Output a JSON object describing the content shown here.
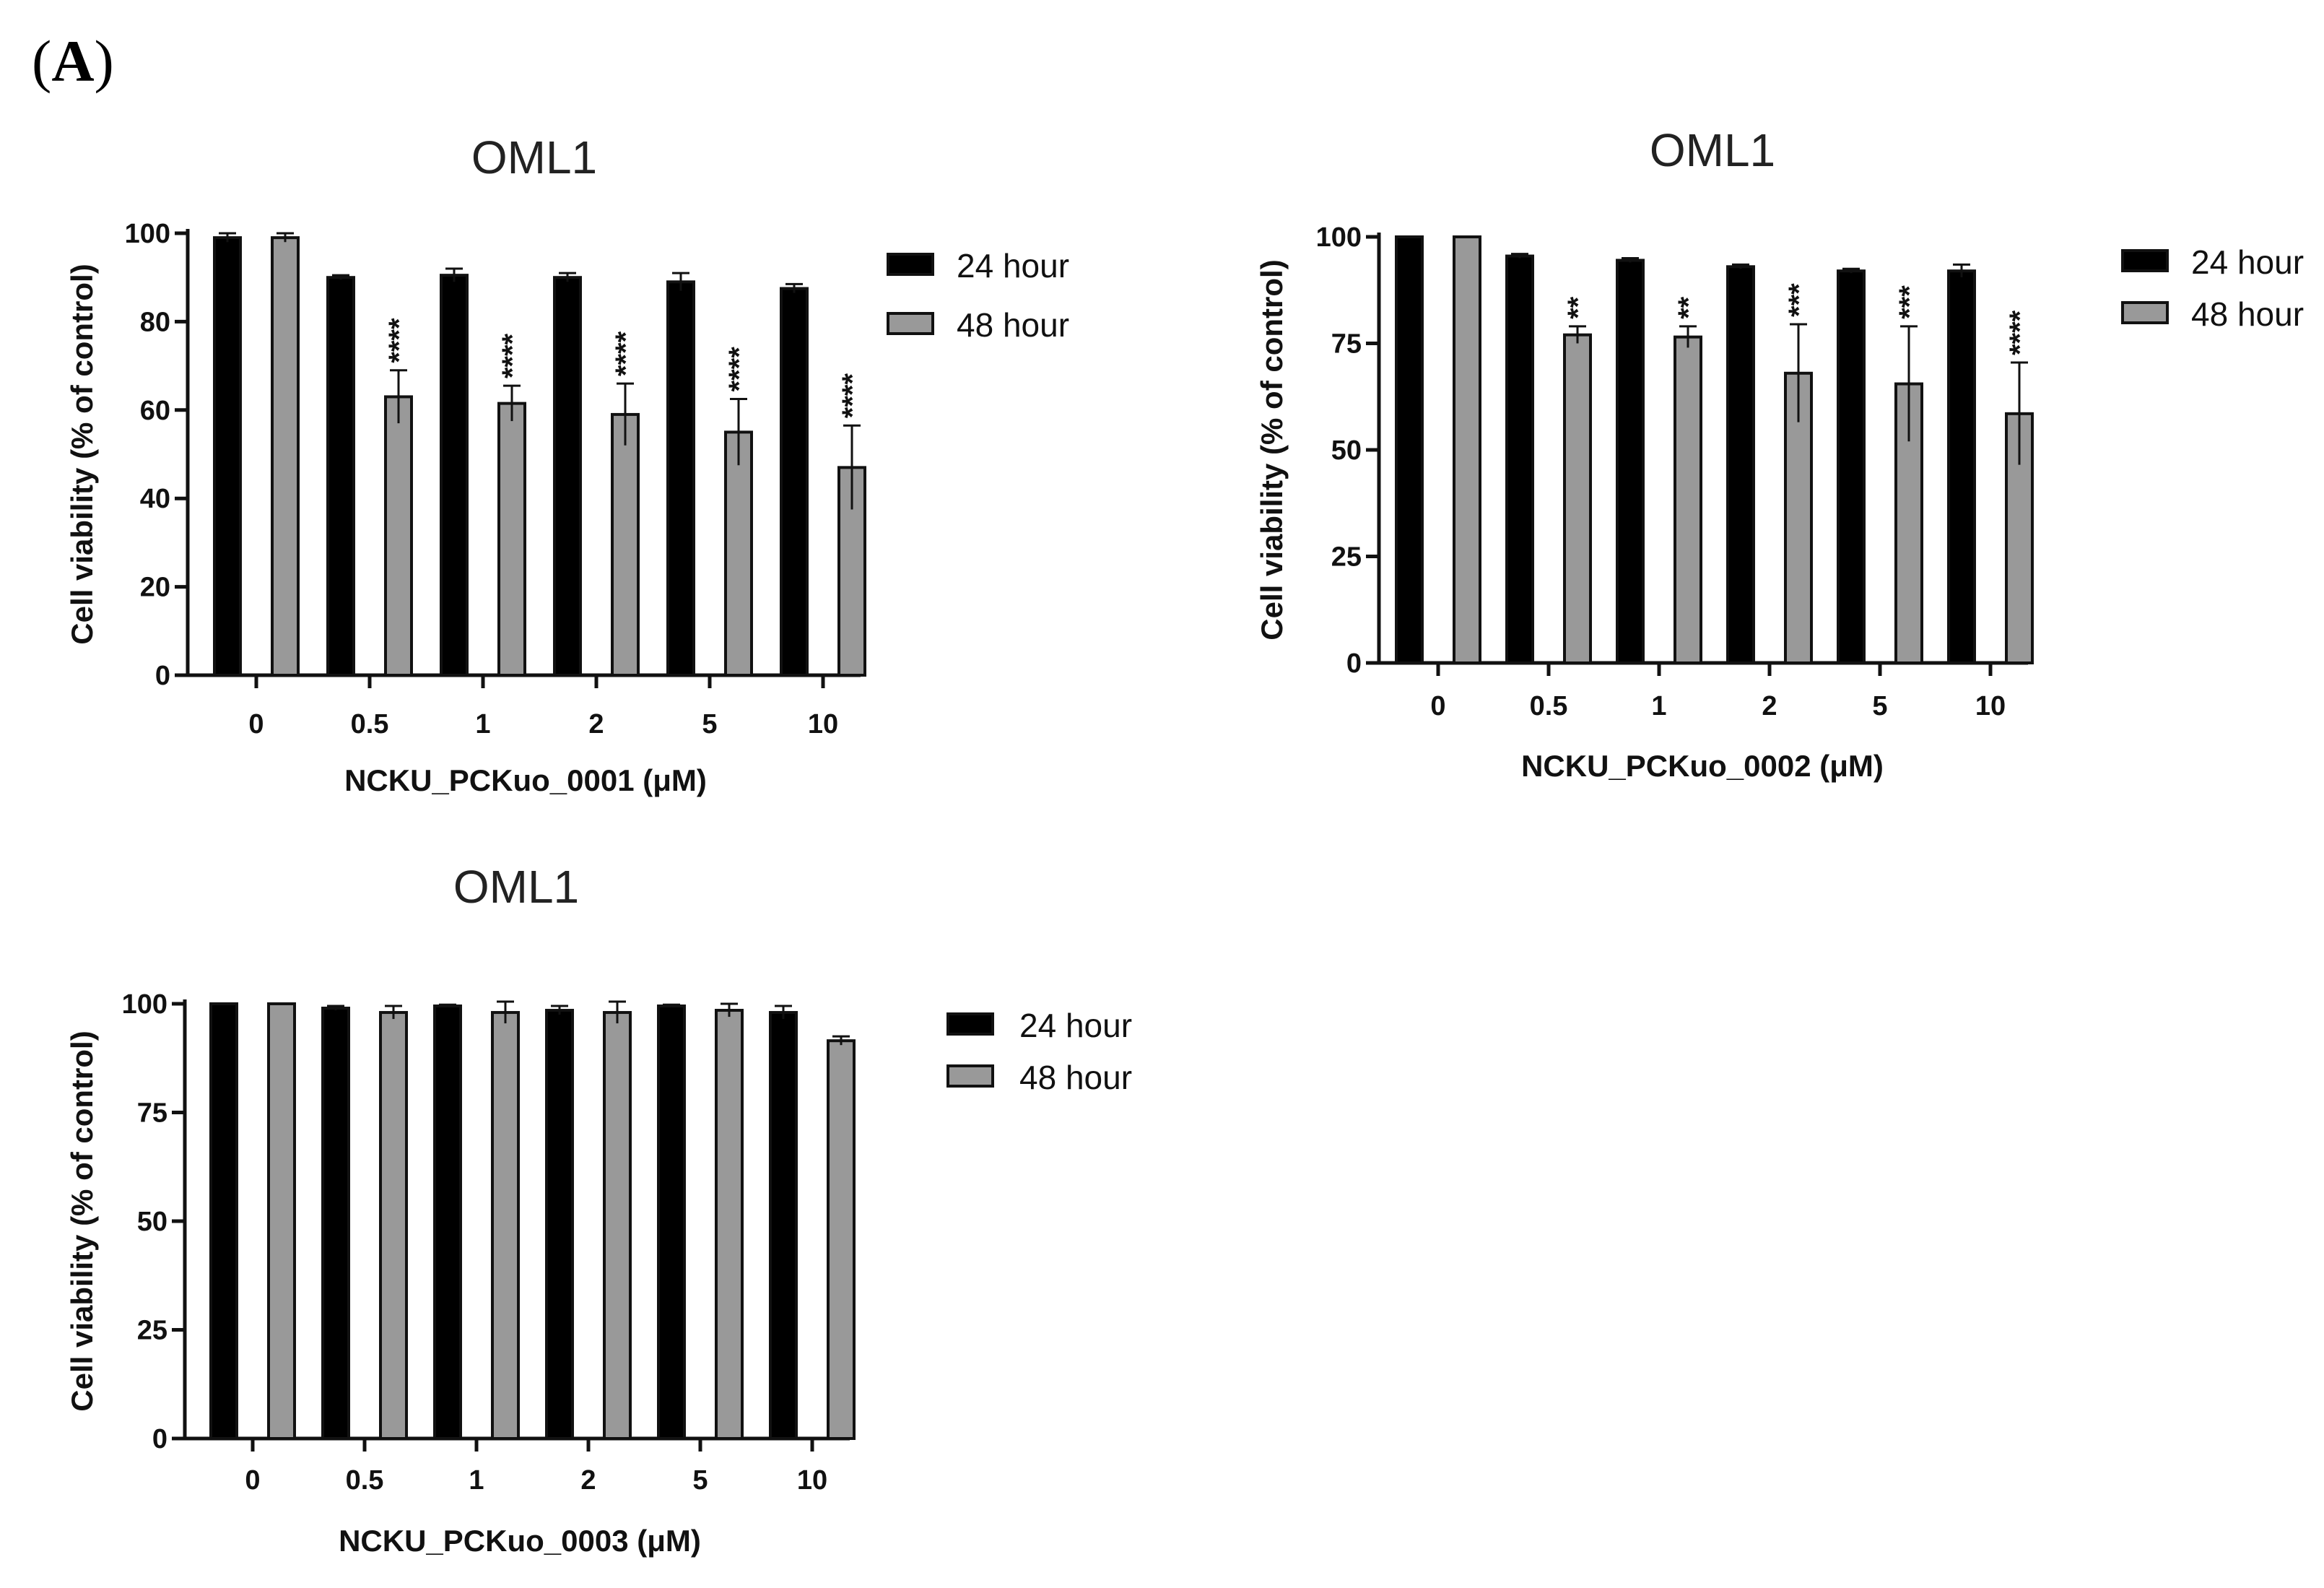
{
  "panel_label": {
    "open": "(",
    "letter": "A",
    "close": ")"
  },
  "chart_data": [
    {
      "type": "bar",
      "title": "OML1",
      "xlabel": "NCKU_PCKuo_0001 (μM)",
      "ylabel": "Cell viability (% of control)",
      "ylim": [
        0,
        100
      ],
      "yticks": [
        0,
        20,
        40,
        60,
        80,
        100
      ],
      "categories": [
        "0",
        "0.5",
        "1",
        "2",
        "5",
        "10"
      ],
      "series": [
        {
          "name": "24 hour",
          "color": "#000000",
          "values": [
            99,
            90,
            90.5,
            90,
            89,
            87.5
          ],
          "errors": [
            1,
            0.5,
            1.5,
            1,
            2,
            1
          ],
          "significance": [
            "",
            "",
            "",
            "",
            "",
            ""
          ]
        },
        {
          "name": "48 hour",
          "color": "#999999",
          "values": [
            99,
            63,
            61.5,
            59,
            55,
            47
          ],
          "errors": [
            1,
            6,
            4,
            7,
            7.5,
            9.5
          ],
          "significance": [
            "",
            "****",
            "****",
            "****",
            "****",
            "****"
          ]
        }
      ],
      "legend": "right"
    },
    {
      "type": "bar",
      "title": "OML1",
      "xlabel": "NCKU_PCKuo_0002 (μM)",
      "ylabel": "Cell viability (% of control)",
      "ylim": [
        0,
        100
      ],
      "yticks": [
        0,
        25,
        50,
        75,
        100
      ],
      "categories": [
        "0",
        "0.5",
        "1",
        "2",
        "5",
        "10"
      ],
      "series": [
        {
          "name": "24 hour",
          "color": "#000000",
          "values": [
            100,
            95.5,
            94.5,
            93,
            92,
            92
          ],
          "errors": [
            0,
            0.5,
            0.5,
            0.5,
            0.5,
            1.5
          ],
          "significance": [
            "",
            "",
            "",
            "",
            "",
            ""
          ]
        },
        {
          "name": "48 hour",
          "color": "#999999",
          "values": [
            100,
            77,
            76.5,
            68,
            65.5,
            58.5
          ],
          "errors": [
            0,
            2,
            2.5,
            11.5,
            13.5,
            12
          ],
          "significance": [
            "",
            "**",
            "**",
            "***",
            "***",
            "****"
          ]
        }
      ],
      "legend": "right"
    },
    {
      "type": "bar",
      "title": "OML1",
      "xlabel": "NCKU_PCKuo_0003 (μM)",
      "ylabel": "Cell viability (% of control)",
      "ylim": [
        0,
        100
      ],
      "yticks": [
        0,
        25,
        50,
        75,
        100
      ],
      "categories": [
        "0",
        "0.5",
        "1",
        "2",
        "5",
        "10"
      ],
      "series": [
        {
          "name": "24 hour",
          "color": "#000000",
          "values": [
            100,
            99,
            99.5,
            98.5,
            99.5,
            98
          ],
          "errors": [
            0,
            0.5,
            0.3,
            1,
            0.3,
            1.5
          ],
          "significance": [
            "",
            "",
            "",
            "",
            "",
            ""
          ]
        },
        {
          "name": "48 hour",
          "color": "#999999",
          "values": [
            100,
            98,
            98,
            98,
            98.5,
            91.5
          ],
          "errors": [
            0,
            1.5,
            2.5,
            2.5,
            1.5,
            1
          ],
          "significance": [
            "",
            "",
            "",
            "",
            "",
            ""
          ]
        }
      ],
      "legend": "right"
    }
  ]
}
